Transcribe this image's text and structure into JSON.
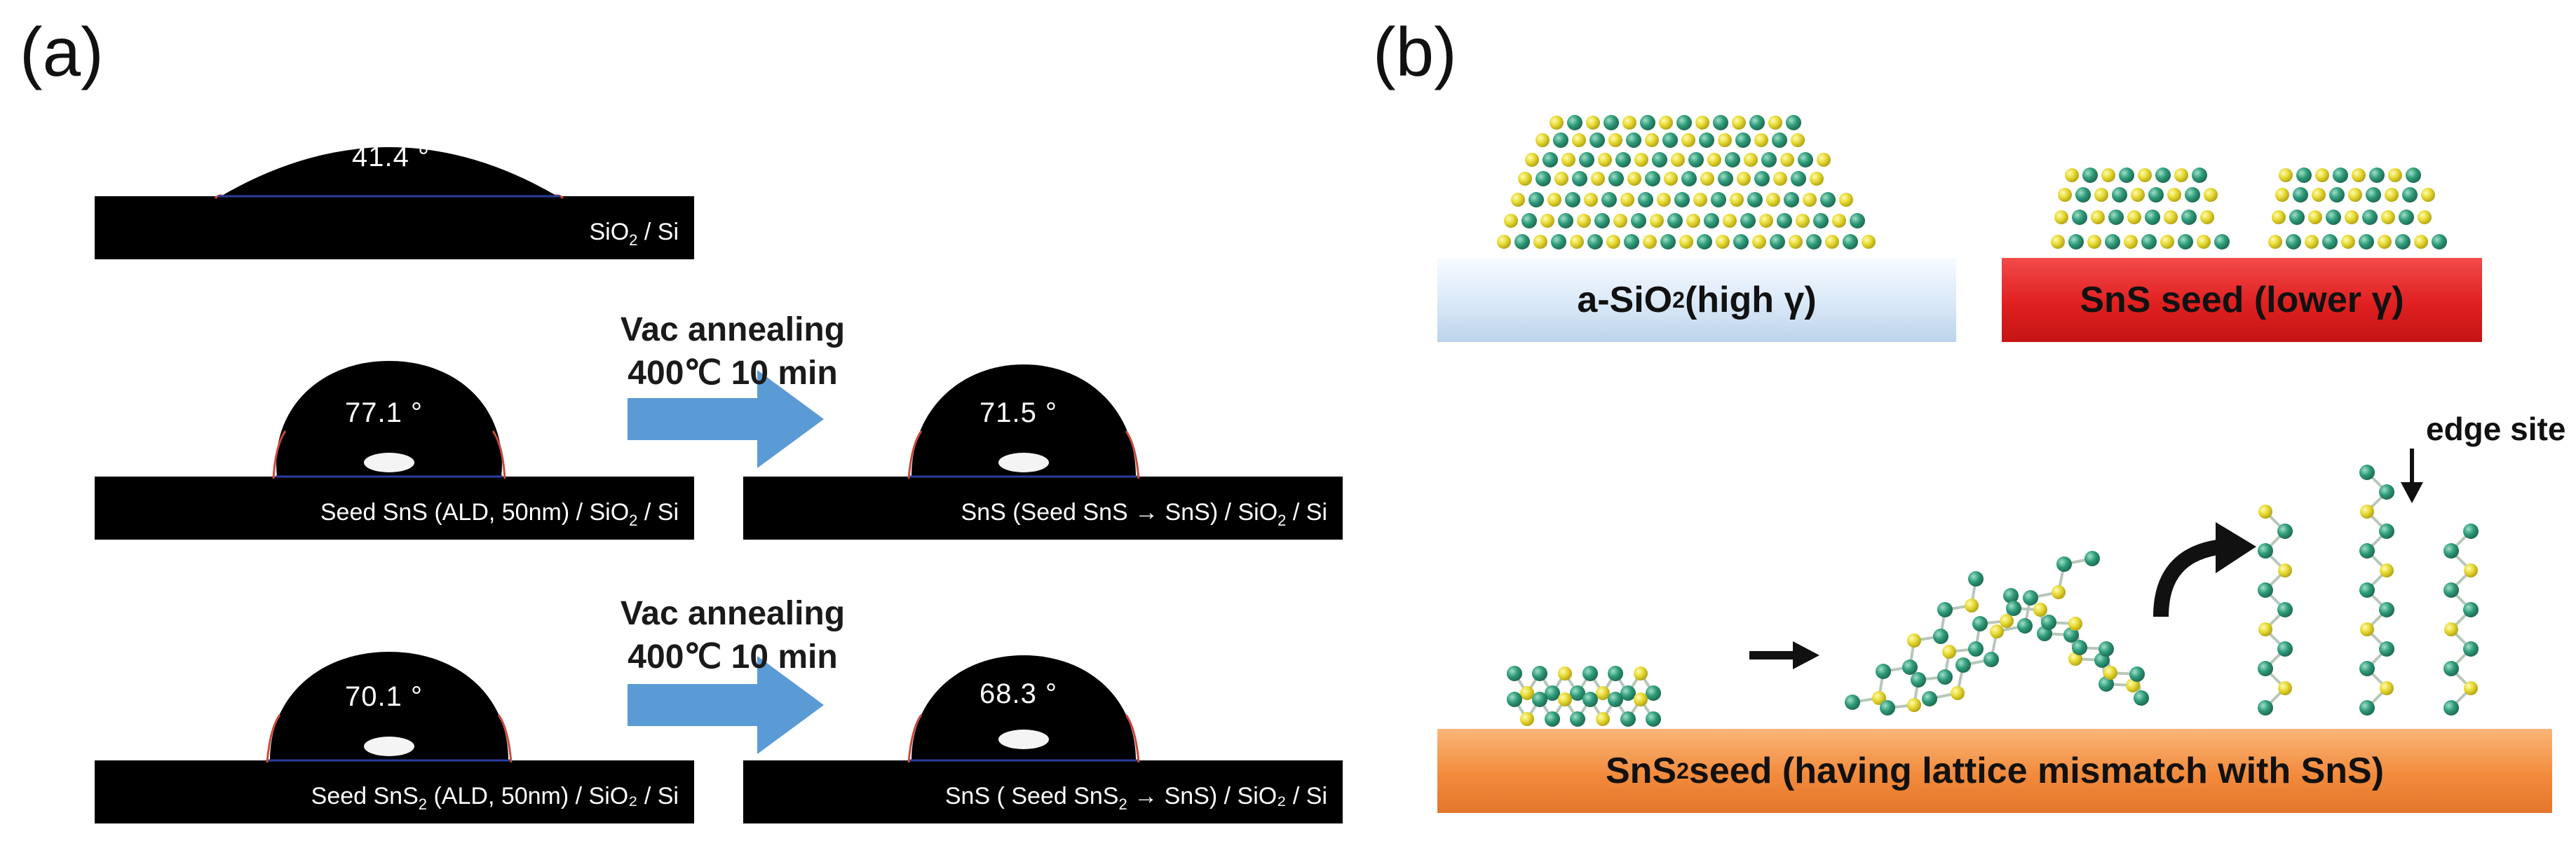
{
  "panel_a": {
    "label": "(a)",
    "images": [
      {
        "angle": "41.4 °",
        "caption_pre": "SiO",
        "caption_sub": "2",
        "caption_post": " / Si"
      },
      {
        "angle": "77.1 °",
        "caption_pre": "Seed SnS (ALD, 50nm) / SiO",
        "caption_sub": "2",
        "caption_post": " / Si"
      },
      {
        "angle": "71.5 °",
        "caption_pre": "SnS (Seed SnS → SnS) / SiO",
        "caption_sub": "2",
        "caption_post": " / Si"
      },
      {
        "angle": "70.1 °",
        "caption_pre": "Seed SnS",
        "caption_sub": "2",
        "caption_post": " (ALD, 50nm) / SiO₂ / Si"
      },
      {
        "angle": "68.3 °",
        "caption_pre": "SnS ( Seed SnS",
        "caption_sub": "2",
        "caption_post": " → SnS) / SiO₂ / Si"
      }
    ],
    "arrows": [
      {
        "line1": "Vac annealing",
        "line2": "400℃ 10 min"
      },
      {
        "line1": "Vac annealing",
        "line2": "400℃ 10 min"
      }
    ]
  },
  "panel_b": {
    "label": "(b)",
    "sio2_pre": "a-SiO",
    "sio2_sub": "2",
    "sio2_post": " (high γ)",
    "sns_label": "SnS seed (lower γ)",
    "sns2_pre": "SnS",
    "sns2_sub": "2",
    "sns2_post": " seed (having lattice mismatch with SnS)",
    "edge_label": "edge site"
  },
  "colors": {
    "green_atom": "#2e9b7a",
    "yellow_atom": "#e6d830",
    "arrow_blue": "#5b9bd5",
    "sio2_blue": "#c9dcf0",
    "sns_red": "#e02020",
    "sns2_orange": "#f28a3c"
  }
}
